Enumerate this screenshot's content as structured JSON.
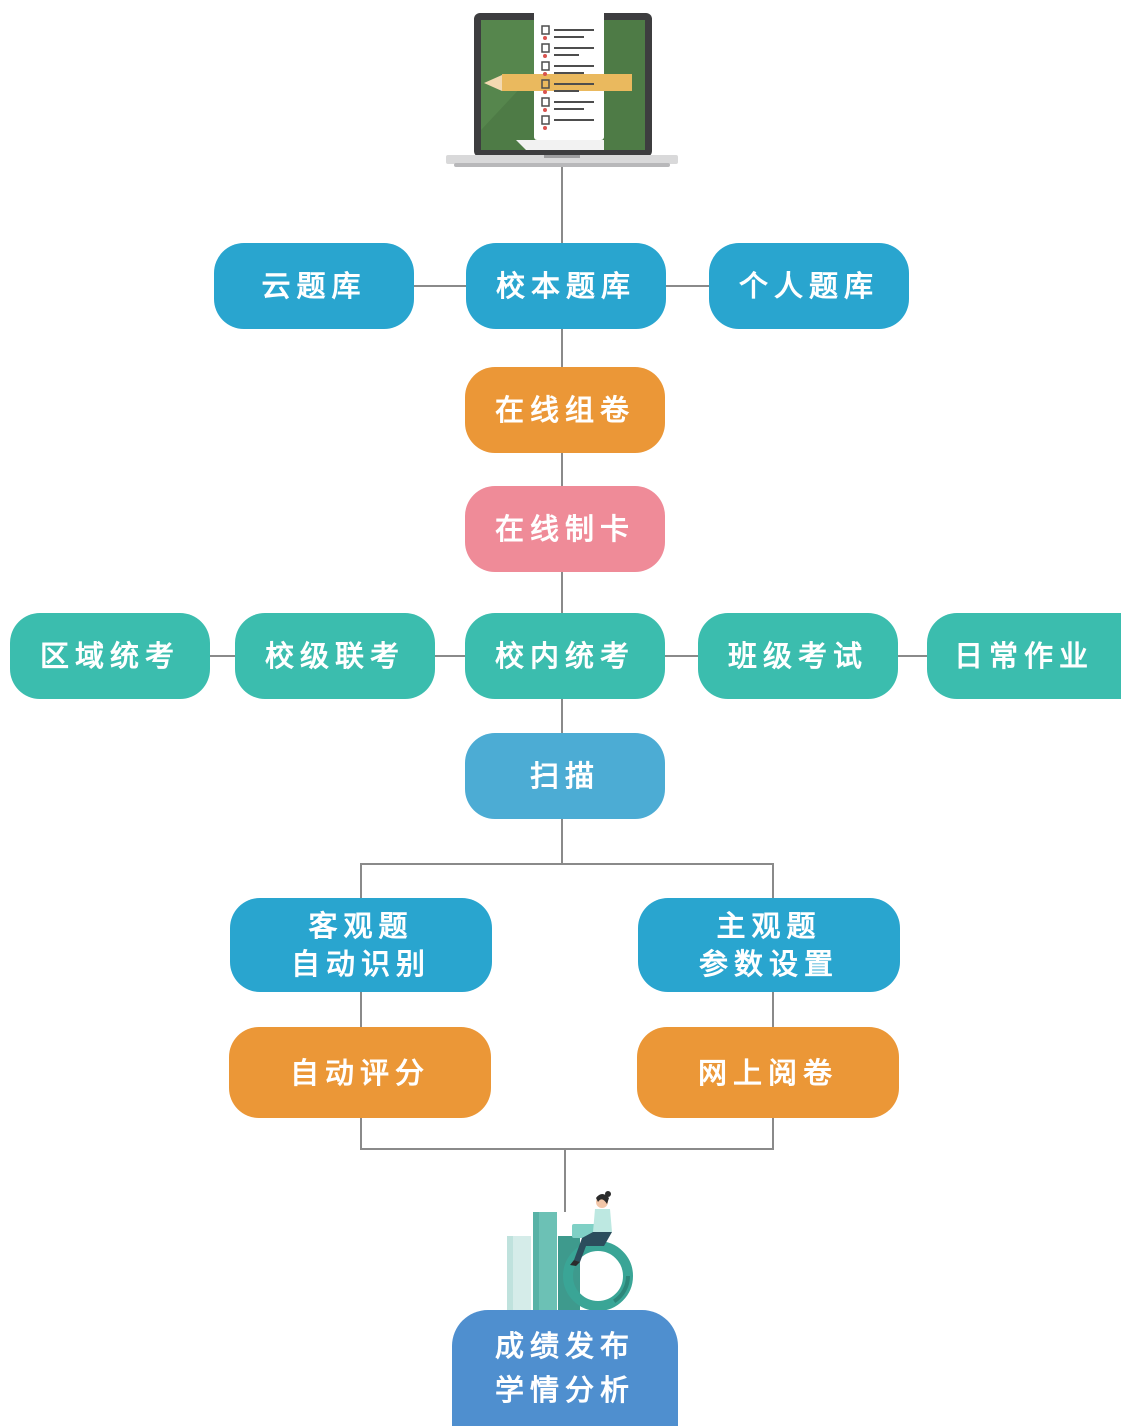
{
  "colors": {
    "bank_blue": "#29a5cf",
    "compose_orange": "#eb9737",
    "card_pink": "#ef8b98",
    "exam_teal": "#3bbdae",
    "scan_blue": "#4cacd4",
    "result_blue": "#4f8fcf",
    "connector_gray": "#8a8a8a"
  },
  "icons": {
    "top": "laptop-checklist-icon",
    "bottom": "bar-chart-person-icon"
  },
  "question_banks": {
    "cloud": "云题库",
    "school": "校本题库",
    "personal": "个人题库"
  },
  "compose": "在线组卷",
  "card_make": "在线制卡",
  "exams": {
    "regional": "区域统考",
    "inter_school": "校级联考",
    "in_school": "校内统考",
    "class": "班级考试",
    "homework": "日常作业"
  },
  "scan": "扫描",
  "objective": {
    "line1": "客观题",
    "line2": "自动识别"
  },
  "subjective": {
    "line1": "主观题",
    "line2": "参数设置"
  },
  "auto_grade": "自动评分",
  "online_marking": "网上阅卷",
  "result": {
    "line1": "成绩发布",
    "line2": "学情分析"
  }
}
